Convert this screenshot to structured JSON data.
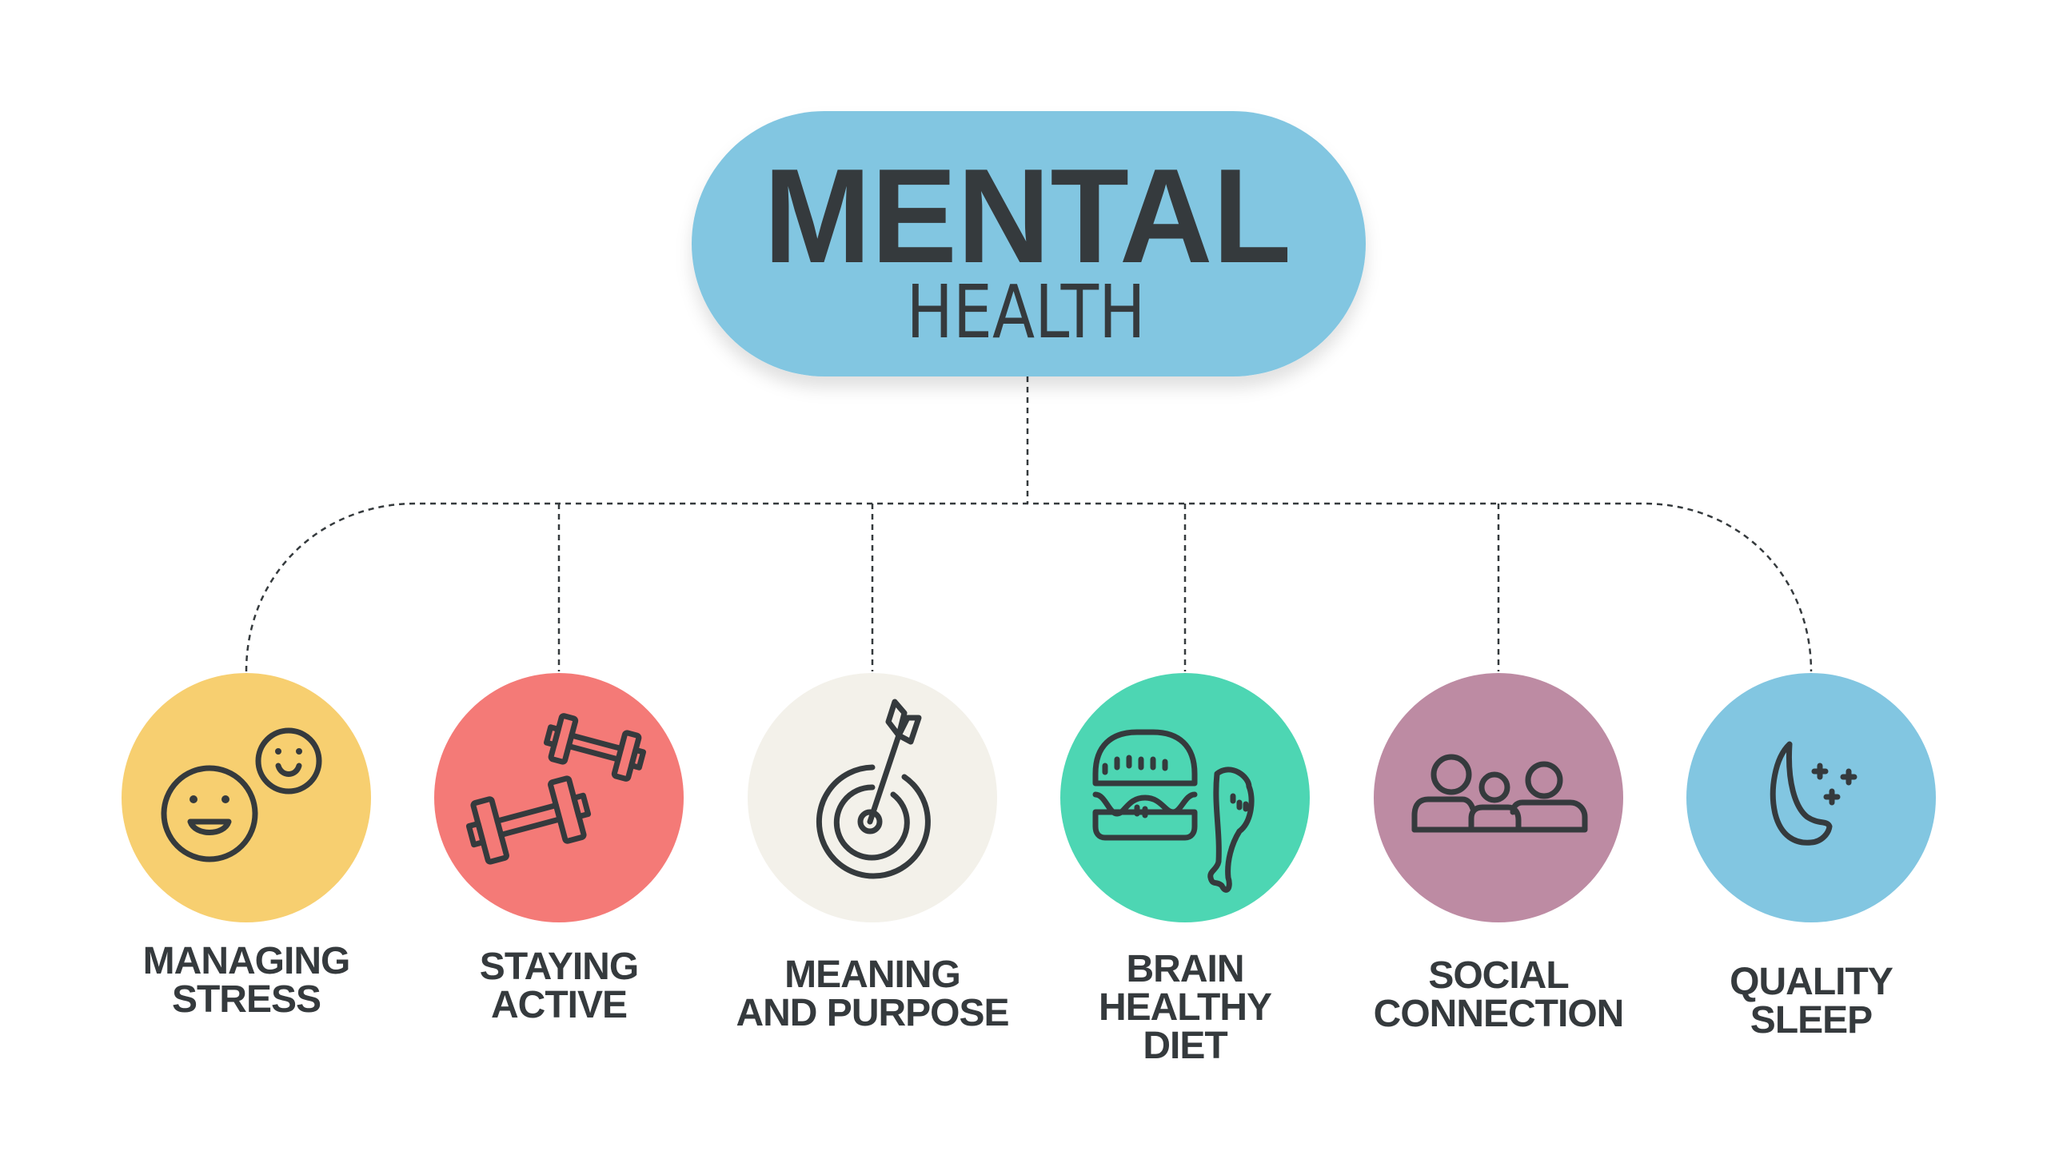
{
  "header": {
    "title": "MENTAL",
    "subtitle": "HEALTH",
    "pill_color": "#82c6e1"
  },
  "items": [
    {
      "lines": [
        "MANAGING",
        "STRESS"
      ],
      "icon": "smiley-faces-icon",
      "color": "#f7cf70"
    },
    {
      "lines": [
        "STAYING",
        "ACTIVE"
      ],
      "icon": "dumbbells-icon",
      "color": "#f47a77"
    },
    {
      "lines": [
        "MEANING",
        "AND PURPOSE"
      ],
      "icon": "target-arrow-icon",
      "color": "#f3f1ea"
    },
    {
      "lines": [
        "BRAIN",
        "HEALTHY",
        "DIET"
      ],
      "icon": "burger-drumstick-icon",
      "color": "#4dd6b3"
    },
    {
      "lines": [
        "SOCIAL",
        "CONNECTION"
      ],
      "icon": "people-group-icon",
      "color": "#bd8ba3"
    },
    {
      "lines": [
        "QUALITY",
        "SLEEP"
      ],
      "icon": "moon-stars-icon",
      "color": "#82c6e1"
    }
  ]
}
